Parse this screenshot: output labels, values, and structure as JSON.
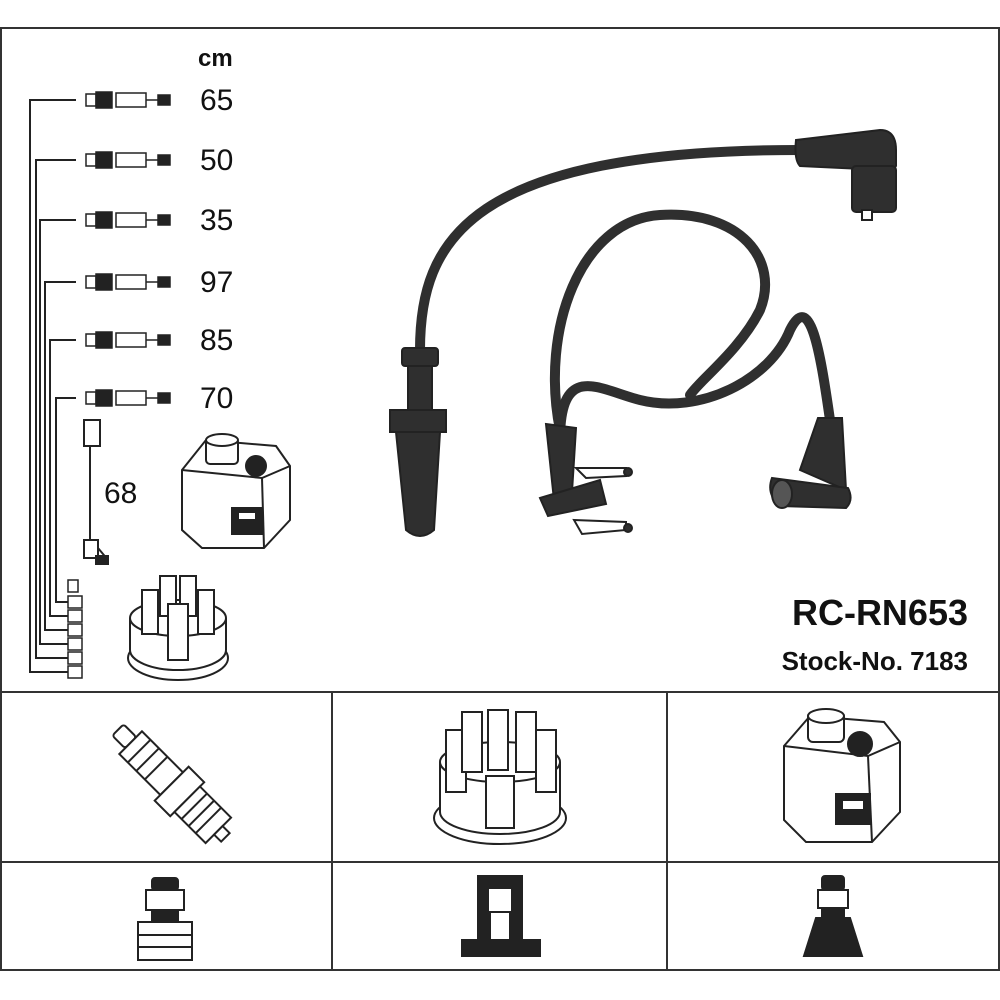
{
  "header": {
    "unit": "cm",
    "lengths": [
      "65",
      "50",
      "35",
      "97",
      "85",
      "70"
    ],
    "coil_lead_length": "68"
  },
  "product": {
    "code": "RC-RN653",
    "stock": "Stock-No. 7183"
  },
  "components": [
    {
      "icon": "spark-plug-icon"
    },
    {
      "icon": "distributor-cap-icon"
    },
    {
      "icon": "ignition-coil-icon"
    }
  ],
  "connectors": [
    {
      "icon": "plug-connector-icon"
    },
    {
      "icon": "distributor-terminal-icon"
    },
    {
      "icon": "coil-terminal-icon"
    }
  ],
  "colors": {
    "line": "#222222",
    "cable": "#2f2f2f",
    "background": "#ffffff"
  }
}
